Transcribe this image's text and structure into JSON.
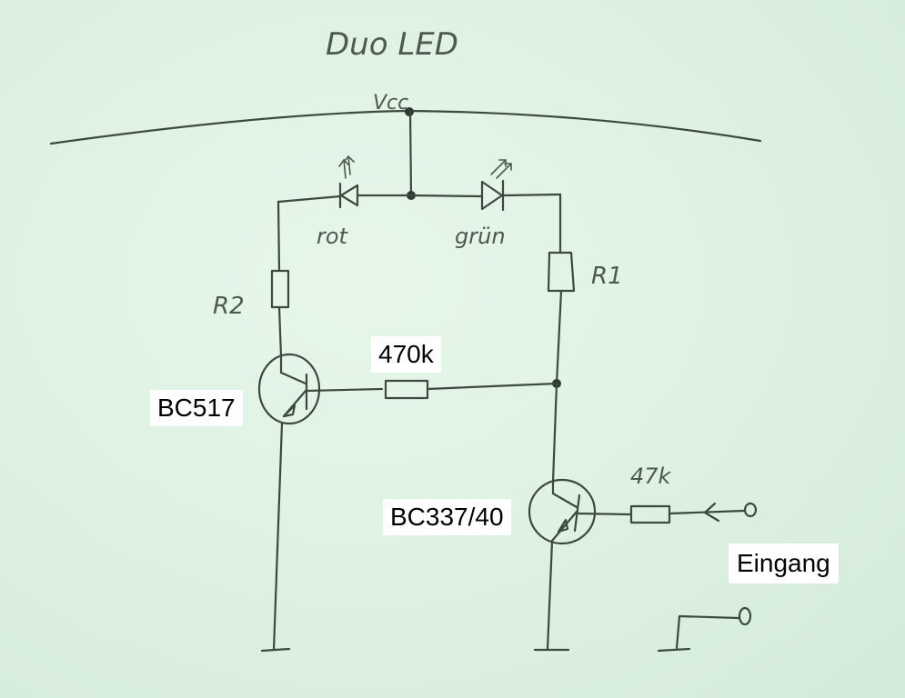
{
  "title": "Duo LED",
  "supply_label": "Vcc",
  "leds": {
    "left": {
      "label": "rot"
    },
    "right": {
      "label": "grün"
    }
  },
  "resistors": {
    "r1": {
      "label": "R1"
    },
    "r2": {
      "label": "R2"
    },
    "feedback": {
      "label": "470k"
    },
    "input": {
      "label": "47k"
    }
  },
  "transistors": {
    "left": {
      "label": "BC517"
    },
    "right": {
      "label": "BC337/40"
    }
  },
  "input_label": "Eingang",
  "colors": {
    "paper": "#dff2e4",
    "pencil": "#3b4a40",
    "label_bg": "#ffffff"
  }
}
